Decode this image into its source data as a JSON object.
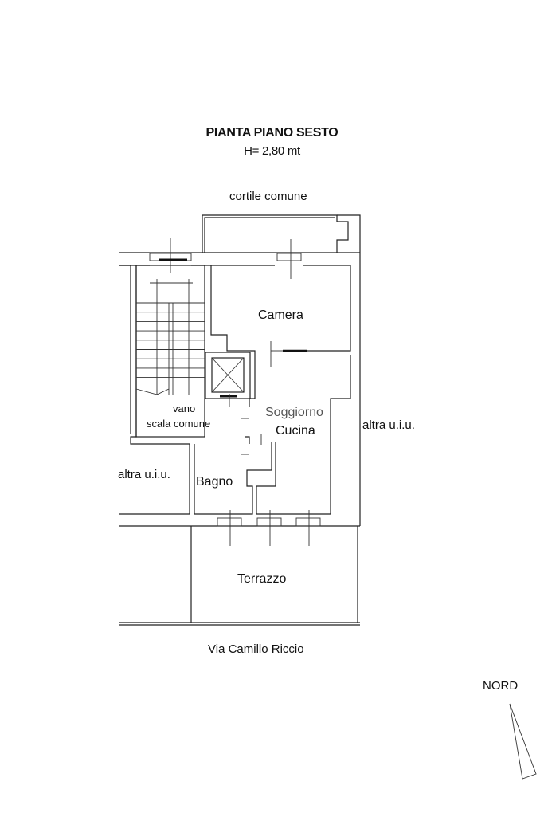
{
  "header": {
    "title": "PIANTA PIANO SESTO",
    "height_label": "H= 2,80 mt"
  },
  "labels": {
    "courtyard": "cortile comune",
    "street": "Via Camillo Riccio",
    "north": "NORD"
  },
  "rooms": {
    "camera": "Camera",
    "soggiorno_line1": "Soggiorno",
    "soggiorno_line2": "Cucina",
    "bagno": "Bagno",
    "terrazzo": "Terrazzo",
    "stair_line1": "vano",
    "stair_line2": "scala comune",
    "other_unit_left": "altra u.i.u.",
    "other_unit_right": "altra u.i.u."
  },
  "colors": {
    "line": "#222222",
    "text": "#111111",
    "background": "#ffffff"
  }
}
